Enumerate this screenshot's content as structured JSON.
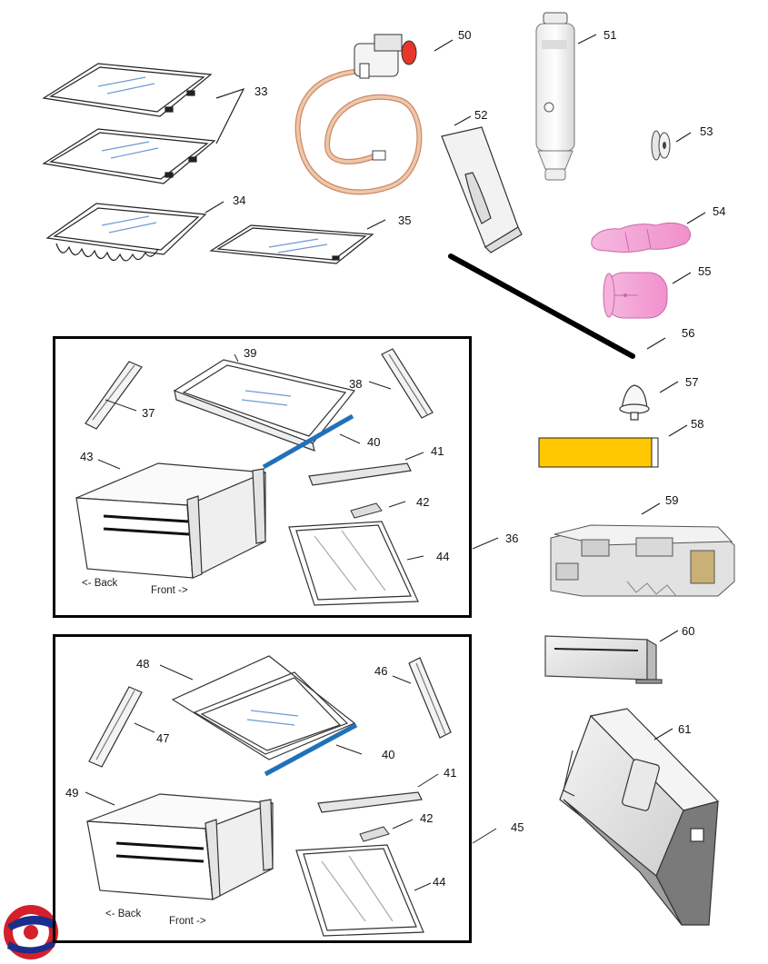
{
  "part_numbers": {
    "p33": "33",
    "p34": "34",
    "p35": "35",
    "p36": "36",
    "p37": "37",
    "p38": "38",
    "p39": "39",
    "p40a": "40",
    "p40b": "40",
    "p41a": "41",
    "p41b": "41",
    "p42a": "42",
    "p42b": "42",
    "p43": "43",
    "p44a": "44",
    "p44b": "44",
    "p45": "45",
    "p46": "46",
    "p47": "47",
    "p48": "48",
    "p49": "49",
    "p50": "50",
    "p51": "51",
    "p52": "52",
    "p53": "53",
    "p54": "54",
    "p55": "55",
    "p56": "56",
    "p57": "57",
    "p58": "58",
    "p59": "59",
    "p60": "60",
    "p61": "61"
  },
  "drawer_labels": {
    "back_top": "<- Back",
    "front_top": "Front ->",
    "back_bottom": "<- Back",
    "front_bottom": "Front ->"
  },
  "colors": {
    "blue_trim": "#2170b8",
    "gold_label": "#ffc800",
    "pink_foam": "#f7a6d8",
    "hose": "#f0c6a8",
    "filter_red": "#e8362a",
    "logo_red": "#d4202a",
    "logo_blue": "#1c2e8c"
  },
  "icons": {
    "water_filter": "water-filter-icon",
    "ice_maker": "ice-maker-icon",
    "logo": "brand-logo-icon"
  }
}
